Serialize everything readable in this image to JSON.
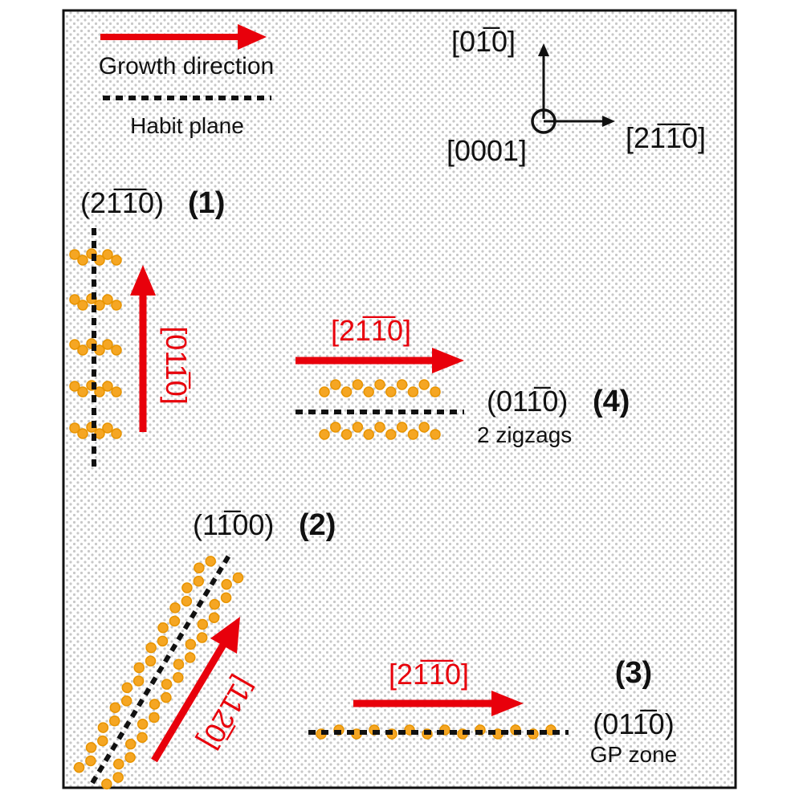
{
  "legend": {
    "growth_label": "Growth direction",
    "habit_label": "Habit plane"
  },
  "axes": {
    "up_label": "[01̅0]",
    "right_label": "[21̅1̅0]",
    "center_label": "[0001]"
  },
  "precipitates": [
    {
      "id": "1",
      "number": "(1)",
      "plane": "(21̅1̅0)",
      "direction": "[011̅0]"
    },
    {
      "id": "2",
      "number": "(2)",
      "plane": "(11̅00)",
      "direction": "[112̅0]"
    },
    {
      "id": "3",
      "number": "(3)",
      "plane": "(011̅0)",
      "direction": "[21̅1̅0]",
      "note": "GP zone"
    },
    {
      "id": "4",
      "number": "(4)",
      "plane": "(011̅0)",
      "direction": "[21̅1̅0]",
      "note": "2 zigzags"
    }
  ],
  "colors": {
    "arrow": "#e8000b",
    "atom": "#f5a623",
    "atom_edge": "#e89400",
    "background_dot": "#c8c8c8",
    "frame": "#111111"
  }
}
